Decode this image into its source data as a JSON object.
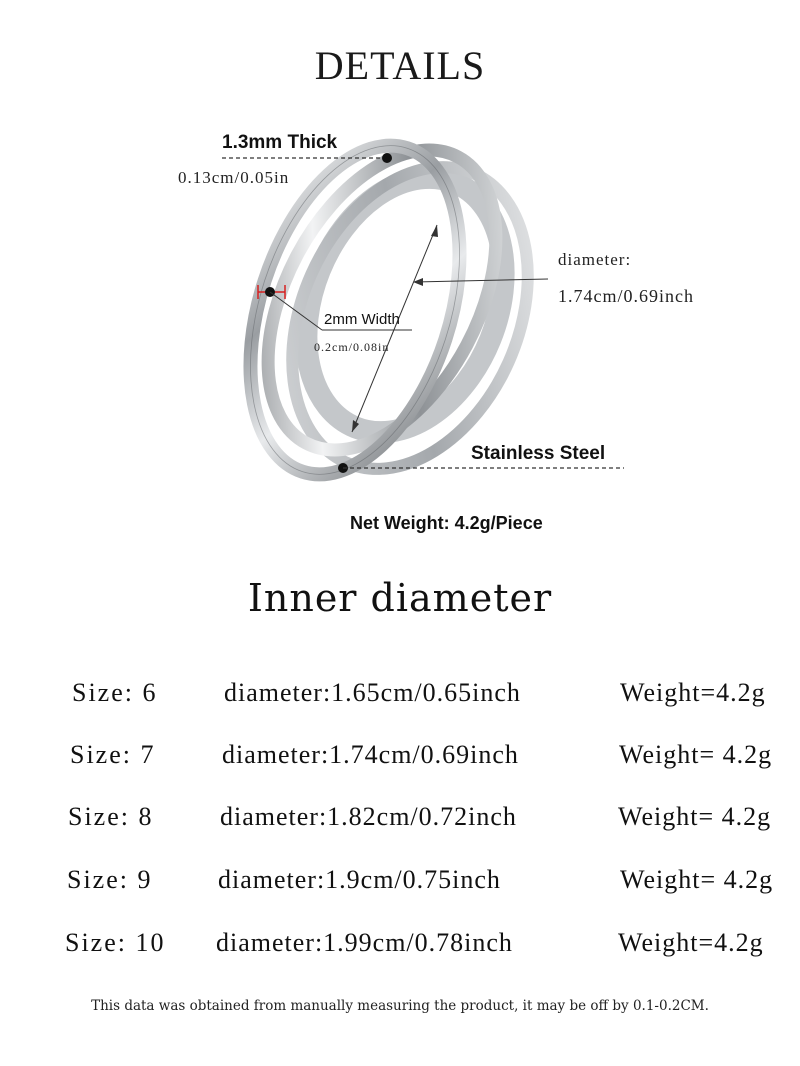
{
  "header": {
    "title": "DETAILS"
  },
  "annotations": {
    "thickness_label": "1.3mm Thick",
    "thickness_sub": "0.13cm/0.05in",
    "diameter_label": "diameter:",
    "diameter_value": "1.74cm/0.69inch",
    "width_label": "2mm Width",
    "width_sub": "0.2cm/0.08in",
    "material_label": "Stainless Steel",
    "net_weight": "Net Weight: 4.2g/Piece"
  },
  "size_table": {
    "title": "Inner diameter",
    "rows": [
      {
        "size": "Size: 6",
        "diameter": "diameter:1.65cm/0.65inch",
        "weight": "Weight=4.2g"
      },
      {
        "size": "Size: 7",
        "diameter": "diameter:1.74cm/0.69inch",
        "weight": "Weight= 4.2g"
      },
      {
        "size": "Size: 8",
        "diameter": "diameter:1.82cm/0.72inch",
        "weight": "Weight= 4.2g"
      },
      {
        "size": "Size: 9",
        "diameter": "diameter:1.9cm/0.75inch",
        "weight": "Weight= 4.2g"
      },
      {
        "size": "Size: 10",
        "diameter": "diameter:1.99cm/0.78inch",
        "weight": "Weight=4.2g"
      }
    ]
  },
  "footer": {
    "note": "This data was obtained from manually measuring the product, it may be off by 0.1-0.2CM."
  },
  "colors": {
    "steel": "#b8bcc0",
    "accent_red": "#d62020",
    "text": "#1a1a1a"
  }
}
